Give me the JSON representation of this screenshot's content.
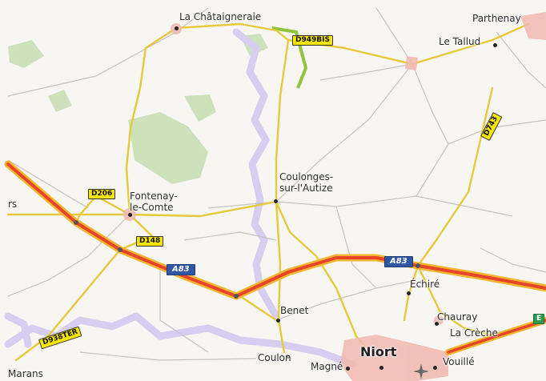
{
  "places": {
    "chataigneraie": "La Châtaigneraie",
    "parthenay": "Parthenay",
    "tallud": "Le Tallud",
    "coulonges": "Coulonges-\nsur-l'Autize",
    "fontenay": "Fontenay-\nle-Comte",
    "rs_fragment": "rs",
    "echire": "Échiré",
    "benet": "Benet",
    "chauray": "Chauray",
    "lacreche": "La Crèche",
    "coulon": "Coulon",
    "magne": "Magné",
    "niort": "Niort",
    "vouille": "Vouillé",
    "marans": "Marans"
  },
  "roads": {
    "d949bis": "D949BIS",
    "d206": "D206",
    "d148": "D148",
    "d743": "D743",
    "d938ter": "D938TER",
    "a83_west": "A83",
    "a83_east": "A83",
    "e_fragment": "E"
  },
  "colors": {
    "background": "#f7f6f2",
    "forest": "#c9dfb6",
    "motorway": "#e8442a",
    "motorway_casing": "#f2b630",
    "main_road": "#f4dc58",
    "minor_road": "#bdbdbd",
    "river_buffer": "#d7cdf0",
    "urban": "#f1b7b0",
    "national_road": "#8fc43c"
  }
}
